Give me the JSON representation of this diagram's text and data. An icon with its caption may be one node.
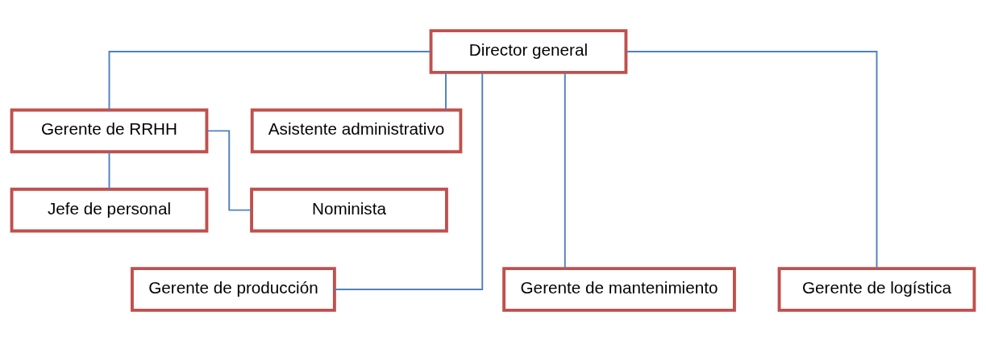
{
  "diagram": {
    "nodes": [
      {
        "text": [
          "Director general"
        ]
      },
      {
        "text": [
          "Gerente de RRHH"
        ]
      },
      {
        "text": [
          "Asistente administrativo"
        ]
      },
      {
        "text": [
          "Jefe de personal"
        ]
      },
      {
        "text": [
          "Nominista"
        ]
      },
      {
        "text": [
          "Gerente de producción"
        ]
      },
      {
        "text": [
          "Gerente de mantenimiento"
        ]
      },
      {
        "text": [
          "Gerente de logística"
        ]
      }
    ],
    "edges": [
      {
        "from": 0,
        "to": 1,
        "arrow": "none"
      },
      {
        "from": 0,
        "to": 2,
        "arrow": "none"
      },
      {
        "from": 1,
        "to": 3,
        "arrow": "none"
      },
      {
        "from": 1,
        "to": 4,
        "arrow": "none"
      },
      {
        "from": 0,
        "to": 5,
        "arrow": "none"
      },
      {
        "from": 0,
        "to": 6,
        "arrow": "none"
      },
      {
        "from": 0,
        "to": 7,
        "arrow": "none"
      }
    ]
  }
}
